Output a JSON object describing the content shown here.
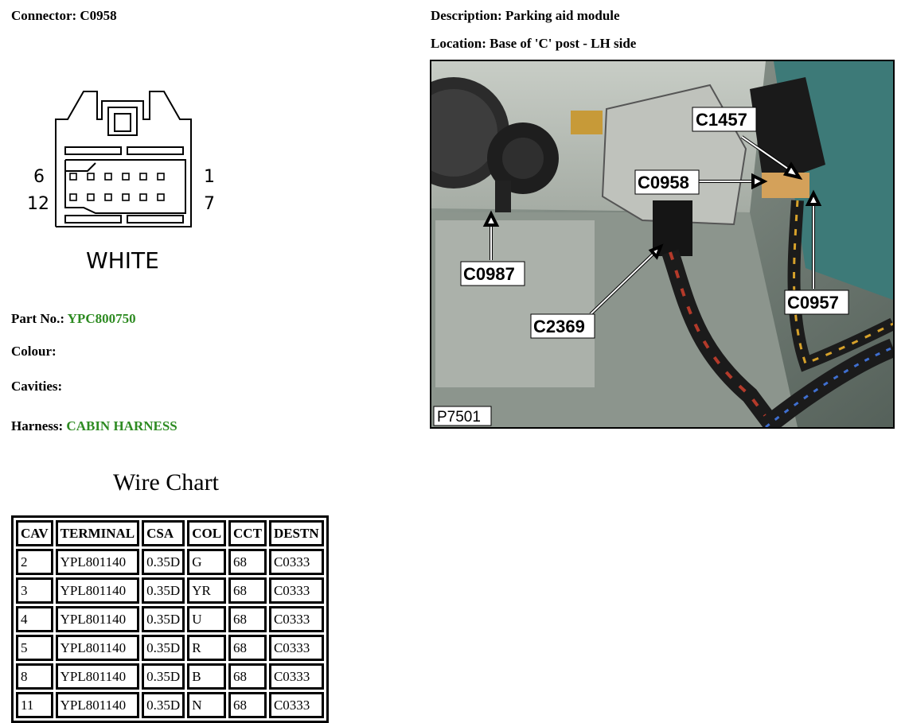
{
  "connector": {
    "label": "Connector:",
    "value": "C0958"
  },
  "description": {
    "label": "Description:",
    "value": "Parking aid module"
  },
  "location": {
    "label": "Location:",
    "value": "Base of 'C' post - LH side"
  },
  "diagram": {
    "colour_text": "WHITE",
    "pin_top_left": "6",
    "pin_top_right": "1",
    "pin_bottom_left": "12",
    "pin_bottom_right": "7"
  },
  "part_no": {
    "label": "Part No.:",
    "value": "YPC800750"
  },
  "colour": {
    "label": "Colour:"
  },
  "cavities": {
    "label": "Cavities:"
  },
  "harness": {
    "label": "Harness:",
    "value": "CABIN HARNESS"
  },
  "wire_chart": {
    "title": "Wire Chart",
    "headers": [
      "CAV",
      "TERMINAL",
      "CSA",
      "COL",
      "CCT",
      "DESTN"
    ],
    "rows": [
      [
        "2",
        "YPL801140",
        "0.35D",
        "G",
        "68",
        "C0333"
      ],
      [
        "3",
        "YPL801140",
        "0.35D",
        "YR",
        "68",
        "C0333"
      ],
      [
        "4",
        "YPL801140",
        "0.35D",
        "U",
        "68",
        "C0333"
      ],
      [
        "5",
        "YPL801140",
        "0.35D",
        "R",
        "68",
        "C0333"
      ],
      [
        "8",
        "YPL801140",
        "0.35D",
        "B",
        "68",
        "C0333"
      ],
      [
        "11",
        "YPL801140",
        "0.35D",
        "N",
        "68",
        "C0333"
      ]
    ]
  },
  "photo": {
    "callouts": {
      "c1457": "C1457",
      "c0958": "C0958",
      "c0987": "C0987",
      "c2369": "C2369",
      "c0957": "C0957"
    },
    "ref": "P7501"
  },
  "colors": {
    "green_value": "#2e8b22"
  }
}
